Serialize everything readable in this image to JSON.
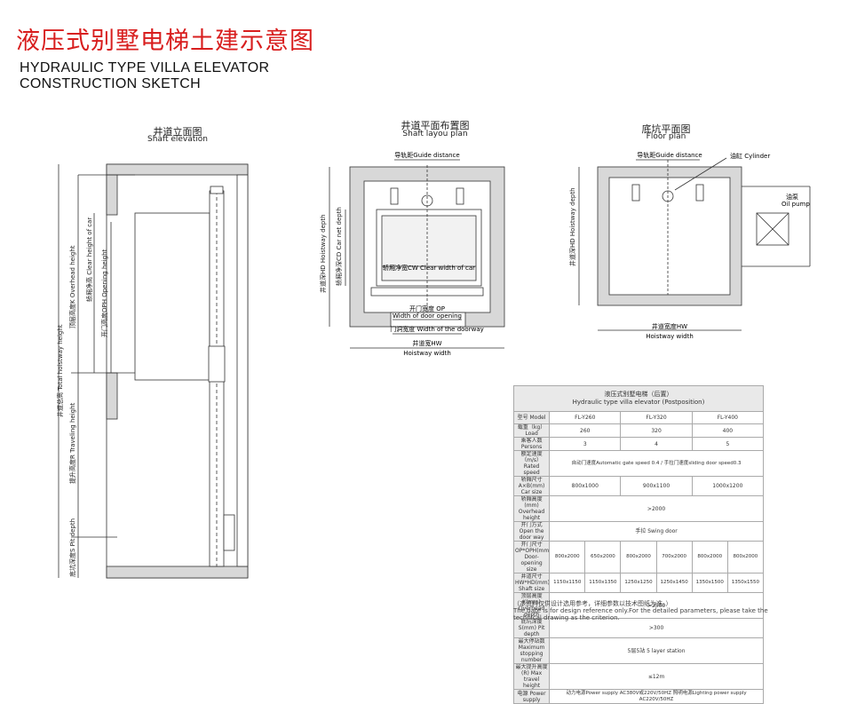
{
  "header": {
    "title_cn": "液压式别墅电梯土建示意图",
    "title_en_1": "HYDRAULIC TYPE VILLA ELEVATOR",
    "title_en_2": "CONSTRUCTION SKETCH"
  },
  "shaft_elevation": {
    "caption_cn": "井道立面图",
    "caption_en": "Shaft elevation",
    "total_height": "井道总高  Total hoistway height",
    "overhead": "顶层高度K   Overhead height",
    "clear_car": "轿厢净高   Clear height of car",
    "opening": "开门高度OPH   Opening height",
    "travel": "提升高度R   Traveling height",
    "pit": "底坑深度S   Pit depth"
  },
  "shaft_plan": {
    "caption_cn": "井道平面布置图",
    "caption_en": "Shaft layou plan",
    "guide": "导轨距Guide distance",
    "hoistway_depth": "井道深HD   Hoistway depth",
    "car_net_depth": "轿厢净深CD   Car net depth",
    "car_width": "轿厢净宽CW   Clear width of car",
    "door_opening_cn": "开门宽度 OP",
    "door_opening_en": "Width of door opening",
    "doorway": "门洞宽度  Width of the doorway",
    "hoistway_width_cn": "井道宽HW",
    "hoistway_width_en": "Hoistway width"
  },
  "floor_plan": {
    "caption_cn": "底坑平面图",
    "caption_en": "Floor plan",
    "guide": "导轨距Guide distance",
    "cylinder": "油缸 Cylinder",
    "pump_cn": "油泵",
    "pump_en": "Oil pump",
    "hoistway_depth": "井道深HD   Hoistway depth",
    "hoistway_width_cn": "井道宽度HW",
    "hoistway_width_en": "Hoistway width"
  },
  "table": {
    "title_cn": "液压式别墅电梯（后置）",
    "title_en": "Hydraulic type villa elevator (Postposition)",
    "rows": [
      {
        "label": "型号 Model",
        "cells": [
          "FL-Y260",
          "FL-Y320",
          "FL-Y400"
        ]
      },
      {
        "label": "载重（kg） Load",
        "cells": [
          "260",
          "320",
          "400"
        ]
      },
      {
        "label": "乘客人数Persons",
        "cells": [
          "3",
          "4",
          "5"
        ]
      },
      {
        "label": "额定速度（m/s） Rated speed",
        "cells": [
          "自动门速度Automatic gate speed 0.4 / 手拉门速度sliding door speed0.3"
        ]
      },
      {
        "label": "轿厢尺寸A×B(mm) Car size",
        "cells": [
          "800x1000",
          "900x1100",
          "1000x1200"
        ]
      },
      {
        "label": "轿厢高度(mm) Overhead height",
        "cells": [
          ">2000"
        ]
      },
      {
        "label": "开门方式 Open the door way",
        "cells": [
          "手拉 Swing door"
        ]
      },
      {
        "label": "开门尺寸OP*OPH(mm) Door-opening size",
        "cells": [
          "800x2000",
          "650x2000",
          "800x2000",
          "700x2000",
          "800x2000",
          "800x2000"
        ]
      },
      {
        "label": "井道尺寸HW*HD(mm) Shaft size",
        "cells": [
          "1150x1150",
          "1150x1350",
          "1250x1250",
          "1250x1450",
          "1350x1500",
          "1350x1550"
        ]
      },
      {
        "label": "顶层高度K(mm) Overhead depth",
        "cells": [
          ">2500"
        ]
      },
      {
        "label": "底坑深度S(mm) Pit depth",
        "cells": [
          ">300"
        ]
      },
      {
        "label": "最大停站数 Maximum stopping number",
        "cells": [
          "5层5站  5 layer station"
        ]
      },
      {
        "label": "最大提升高度(R) Max travel height",
        "cells": [
          "≤12m"
        ]
      },
      {
        "label": "电源 Power supply",
        "cells": [
          "动力电源Power supply AC380V或220V/50HZ 照明电源Lighting power supply AC220V/50HZ"
        ]
      }
    ]
  },
  "note": {
    "cn": "（本资料仅供设计选用参考，详细参数以技术图纸为准。）",
    "en": "The date is for design reference only.For the detailed parameters, please take the technical drawing as the criterion."
  },
  "colors": {
    "title_red": "#d81e1e",
    "wall_gray": "#d8d8d8",
    "line": "#333333"
  }
}
